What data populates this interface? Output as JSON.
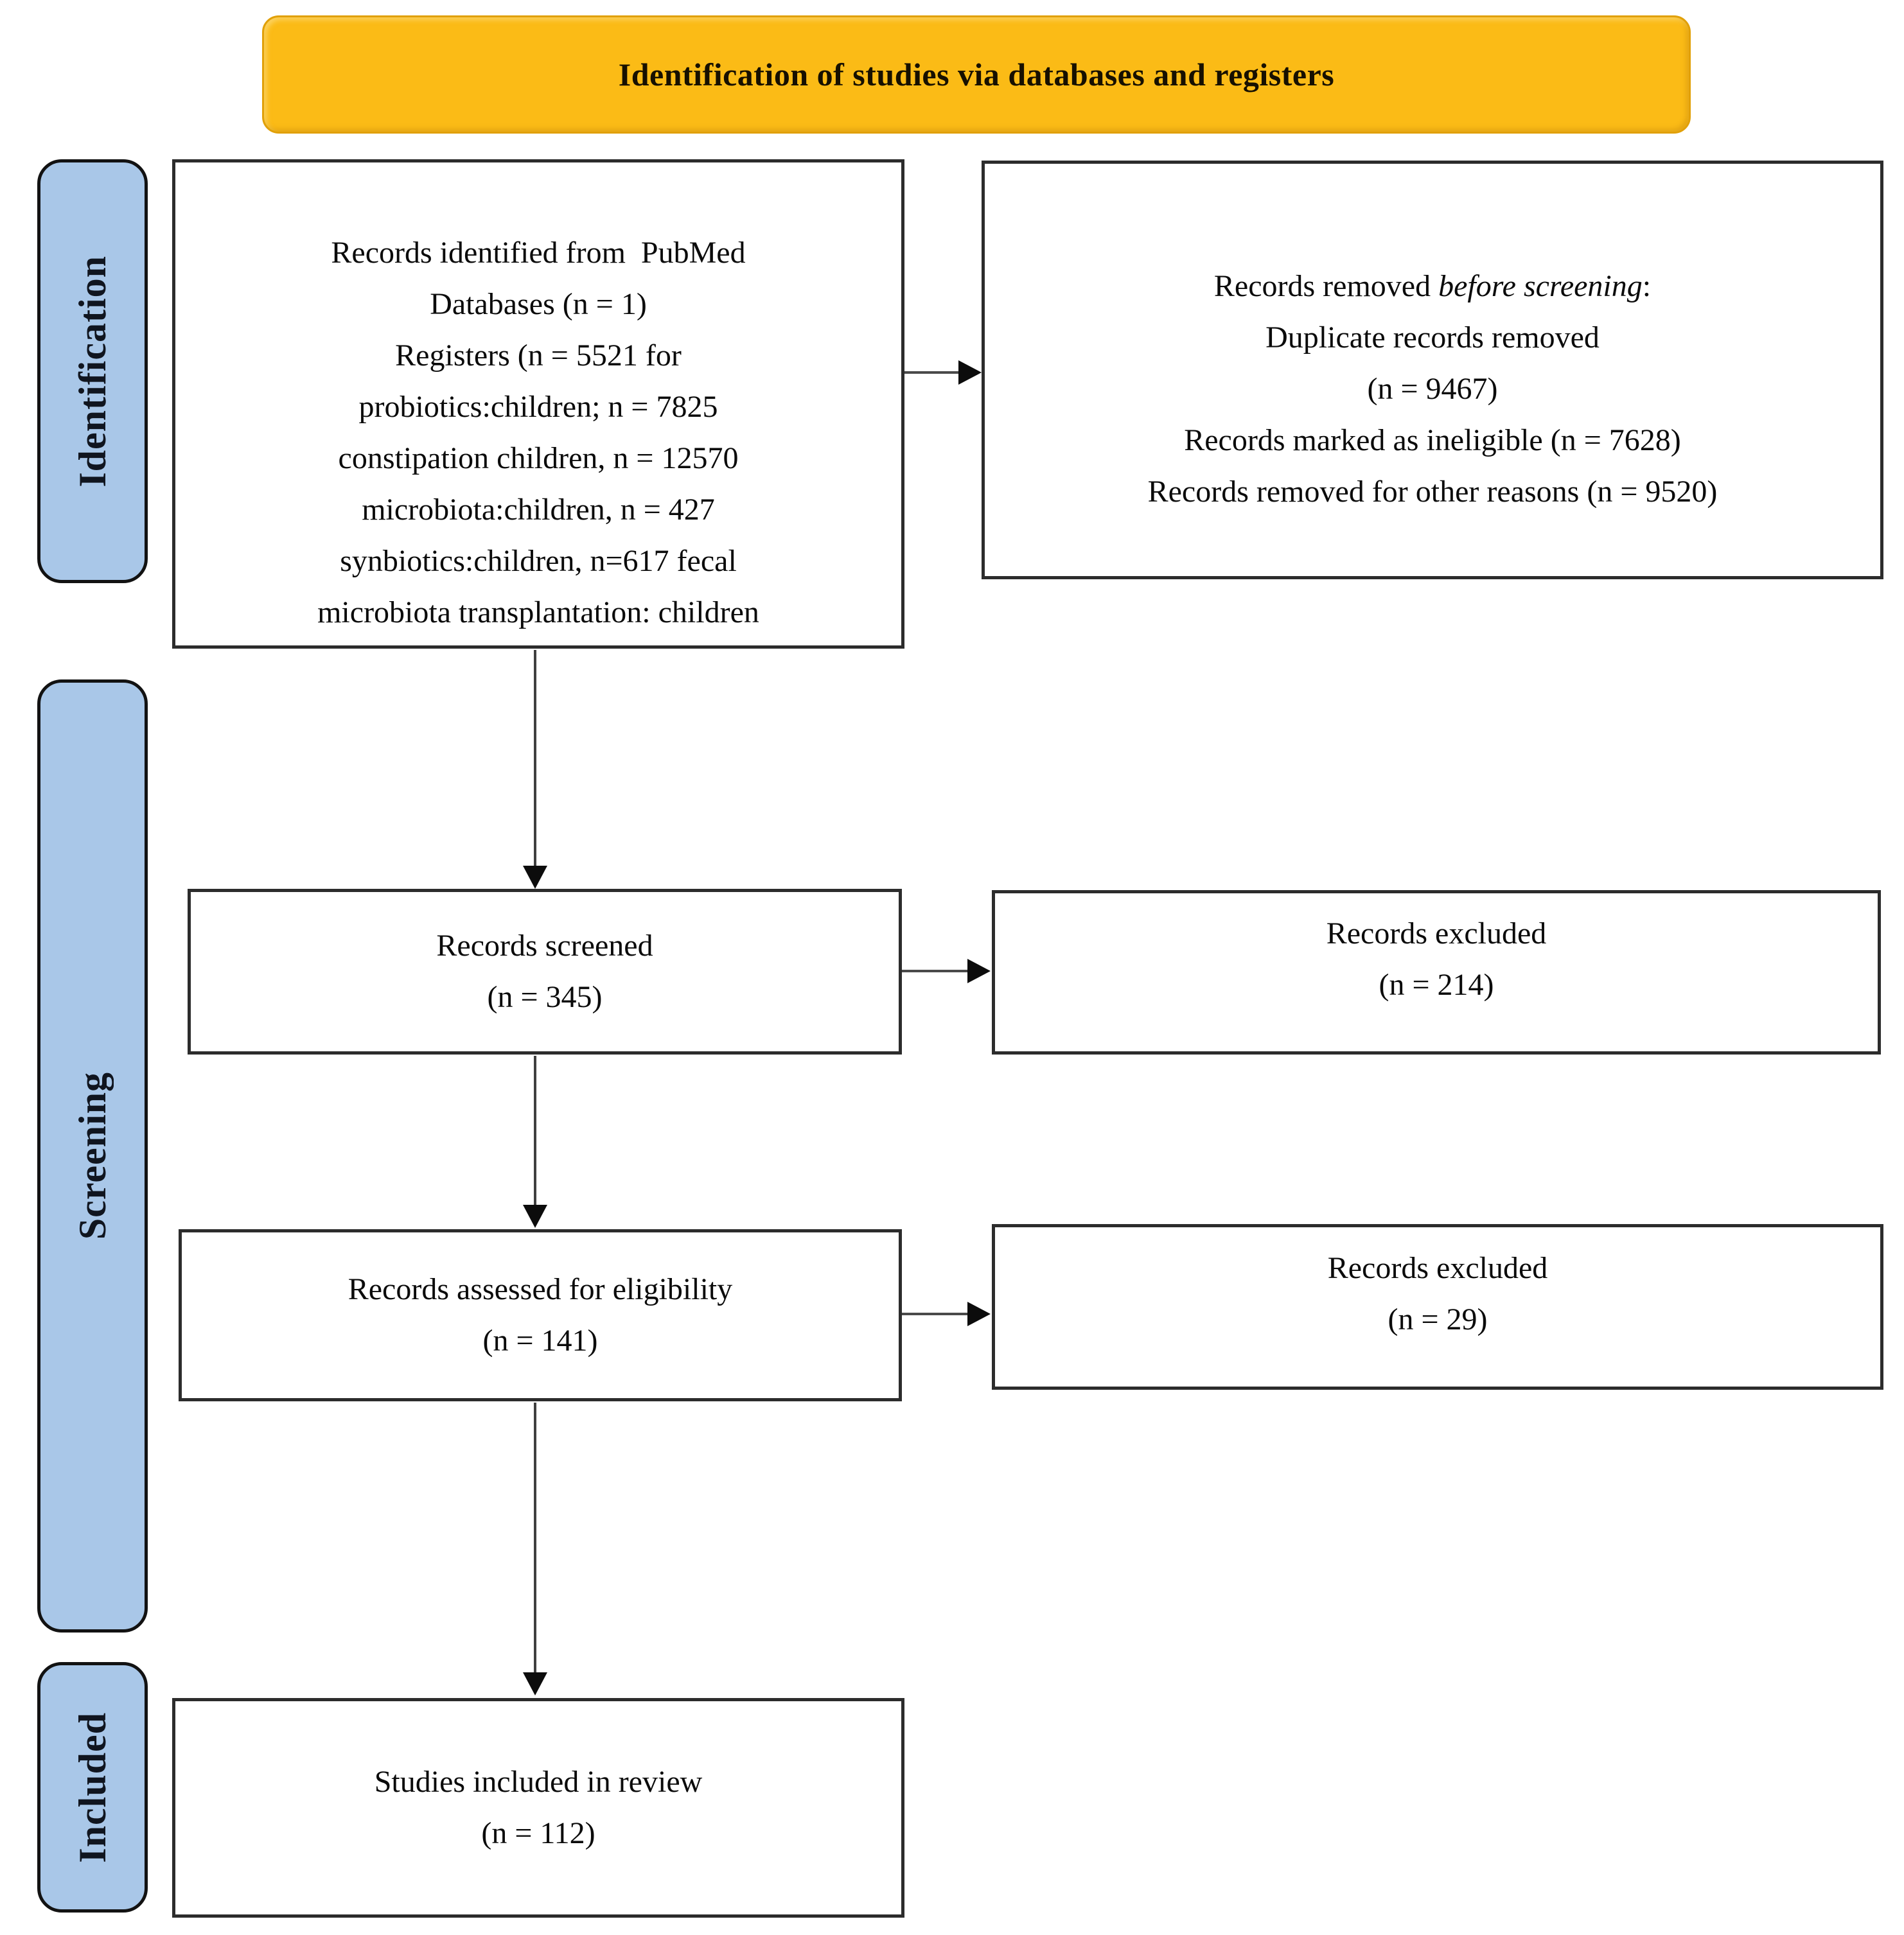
{
  "banner": {
    "title": "Identification of studies via databases and registers"
  },
  "sidebar": {
    "identification": "Identification",
    "screening": "Screening",
    "included": "Included"
  },
  "boxes": {
    "identified": {
      "lines": [
        "Records identified from  PubMed",
        "Databases (n = 1)",
        "Registers (n = 5521 for",
        "probiotics:children; n = 7825",
        "constipation children, n = 12570",
        "microbiota:children, n = 427",
        "synbiotics:children, n=617 fecal",
        "microbiota transplantation: children"
      ]
    },
    "removed": {
      "line1_prefix": "Records removed ",
      "line1_italic": "before screening",
      "line1_suffix": ":",
      "lines": [
        "Duplicate records removed",
        "(n = 9467)",
        "Records marked as ineligible (n = 7628)",
        "Records removed for other reasons (n = 9520)"
      ]
    },
    "screened": {
      "lines": [
        "Records screened",
        "(n = 345)"
      ]
    },
    "excluded1": {
      "lines": [
        "Records excluded",
        "(n = 214)"
      ]
    },
    "assessed": {
      "lines": [
        "Records assessed for eligibility",
        "(n = 141)"
      ]
    },
    "excluded2": {
      "lines": [
        "Records excluded",
        "(n = 29)"
      ]
    },
    "included_studies": {
      "lines": [
        "Studies included in review",
        "(n = 112)"
      ]
    }
  },
  "colors": {
    "banner_fill": "#FBBB16",
    "banner_border": "#E1A008",
    "sidebar_fill": "#A9C7E8",
    "box_border": "#2c2c2c",
    "text": "#0b0b0b"
  }
}
